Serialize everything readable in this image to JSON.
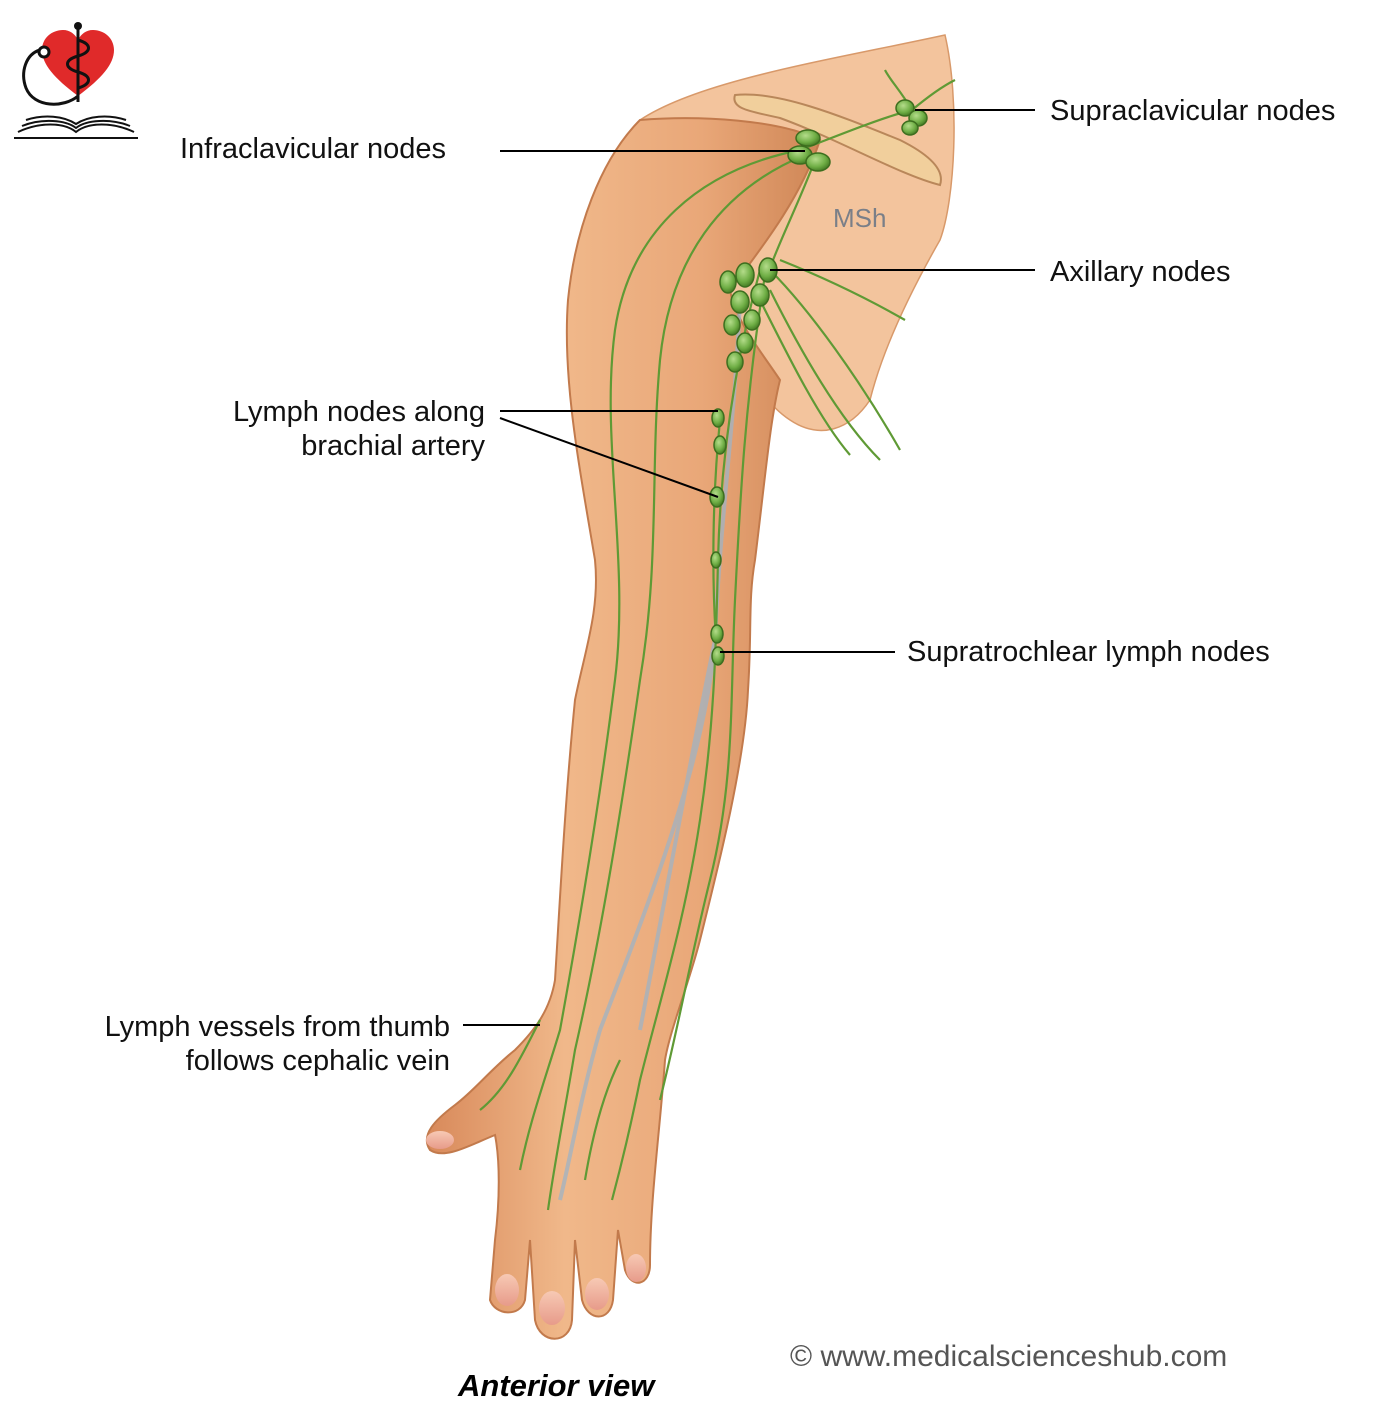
{
  "labels": {
    "supraclavicular": "Supraclavicular nodes",
    "infraclavicular": "Infraclavicular nodes",
    "axillary": "Axillary nodes",
    "brachial_line1": "Lymph nodes along",
    "brachial_line2": "brachial artery",
    "supratrochlear": "Supratrochlear lymph nodes",
    "thumb_line1": "Lymph vessels from thumb",
    "thumb_line2": "follows cephalic vein"
  },
  "caption": "Anterior view",
  "watermark": "MSh",
  "copyright": "© www.medicalscienceshub.com",
  "colors": {
    "skin": "#e9ad7d",
    "skin_shadow": "#cf8656",
    "lymph": "#5f9a35",
    "node": "#7dba52",
    "vein": "#9fb3c4",
    "logo_heart": "#e02a2a"
  },
  "icons": [
    "heart-caduceus-logo-icon",
    "stethoscope-icon",
    "open-book-icon"
  ]
}
